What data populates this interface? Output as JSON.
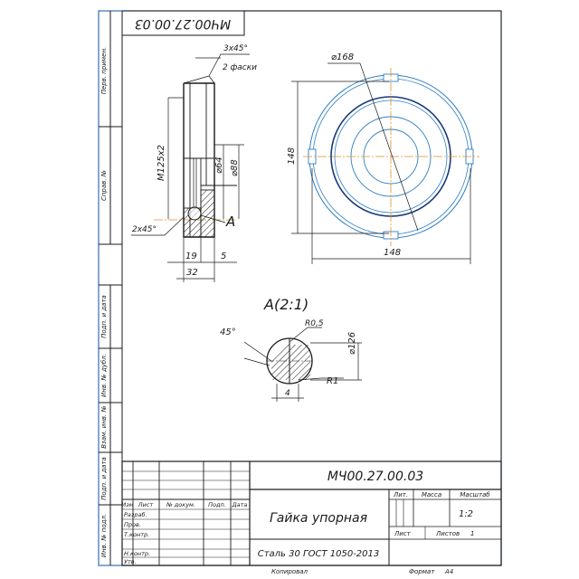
{
  "designation": "МЧ00.27.00.03",
  "designation_mirrored": "МЧ00.27.00.03",
  "part_name": "Гайка упорная",
  "material": "Сталь 30 ГОСТ 1050-2013",
  "side_labels": {
    "perv_primen": "Перв. примен.",
    "sprav_no": "Справ. №",
    "podp_data_1": "Подп. и дата",
    "inv_dubl": "Инв. № дубл.",
    "vzam_inv": "Взам. инв. №",
    "podp_data_2": "Подп. и дата",
    "inv_podl": "Инв. № подл."
  },
  "dims": {
    "chamfer_top": "3x45°",
    "chamfer_note": "2 фаски",
    "thread": "M125x2",
    "dia64": "⌀64",
    "dia88": "⌀88",
    "chamfer_bottom": "2x45°",
    "view_letter": "A",
    "d19": "19",
    "d5": "5",
    "d32": "32",
    "dia168": "⌀168",
    "h148": "148",
    "w148": "148"
  },
  "detail": {
    "title": "A(2:1)",
    "angle": "45°",
    "r05": "R0,5",
    "dia126": "⌀126",
    "r1": "R1",
    "d4": "4"
  },
  "title_block": {
    "col_izm": "Изм",
    "col_list": "Лист",
    "col_docno": "№ докум.",
    "col_podp": "Подп.",
    "col_data": "Дата",
    "row_razrab": "Разраб.",
    "row_prov": "Пров.",
    "row_tkontr": "Т.контр.",
    "row_nkontr": "Н.контр.",
    "row_utv": "Утв.",
    "lit": "Лит.",
    "massa": "Масса",
    "masshtab": "Масштаб",
    "scale_value": "1:2",
    "list_label": "Лист",
    "listov_label": "Листов",
    "listov_value": "1",
    "kopiroval": "Копировал",
    "format_label": "Формат",
    "format_value": "A4"
  },
  "colors": {
    "line": "#1a1a1a",
    "frame": "#3a6fb0",
    "part": "#2f7fc1",
    "axis": "#e0902a"
  }
}
